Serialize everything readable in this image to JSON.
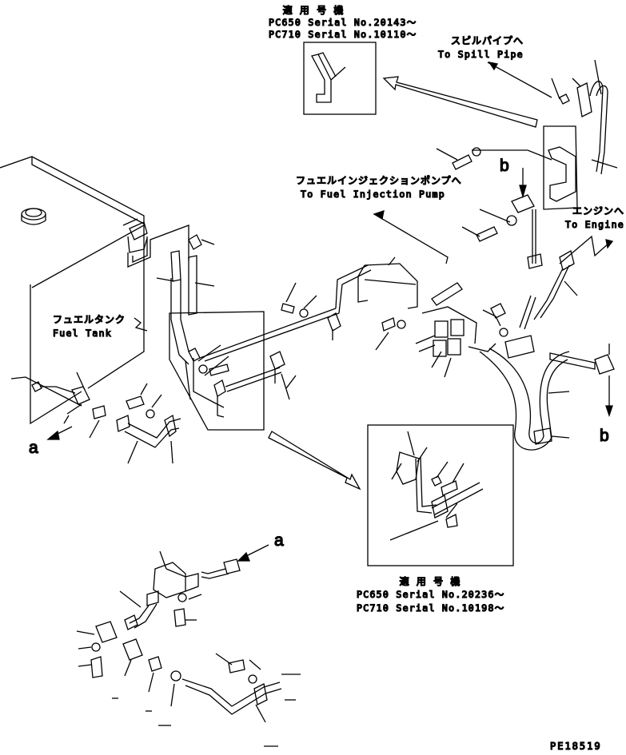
{
  "labels": {
    "applicable_1_title": "適 用 号 機",
    "applicable_1_line1": "PC650 Serial No.20143～",
    "applicable_1_line2": "PC710 Serial No.10110～",
    "spill_pipe_jp": "スピルパイプへ",
    "spill_pipe_en": "To Spill Pipe",
    "injection_pump_jp": "フュエルインジェクションポンプへ",
    "injection_pump_en": "To Fuel Injection Pump",
    "engine_jp": "エンジンへ",
    "engine_en": "To Engine",
    "fuel_tank_jp": "フュエルタンク",
    "fuel_tank_en": "Fuel Tank",
    "applicable_2_title": "適 用 号 機",
    "applicable_2_line1": "PC650 Serial No.20236～",
    "applicable_2_line2": "PC710 Serial No.10198～",
    "ref_a_left": "a",
    "ref_a_bottom": "a",
    "ref_b_top": "b",
    "ref_b_right": "b",
    "drawing_code": "PE18519"
  }
}
